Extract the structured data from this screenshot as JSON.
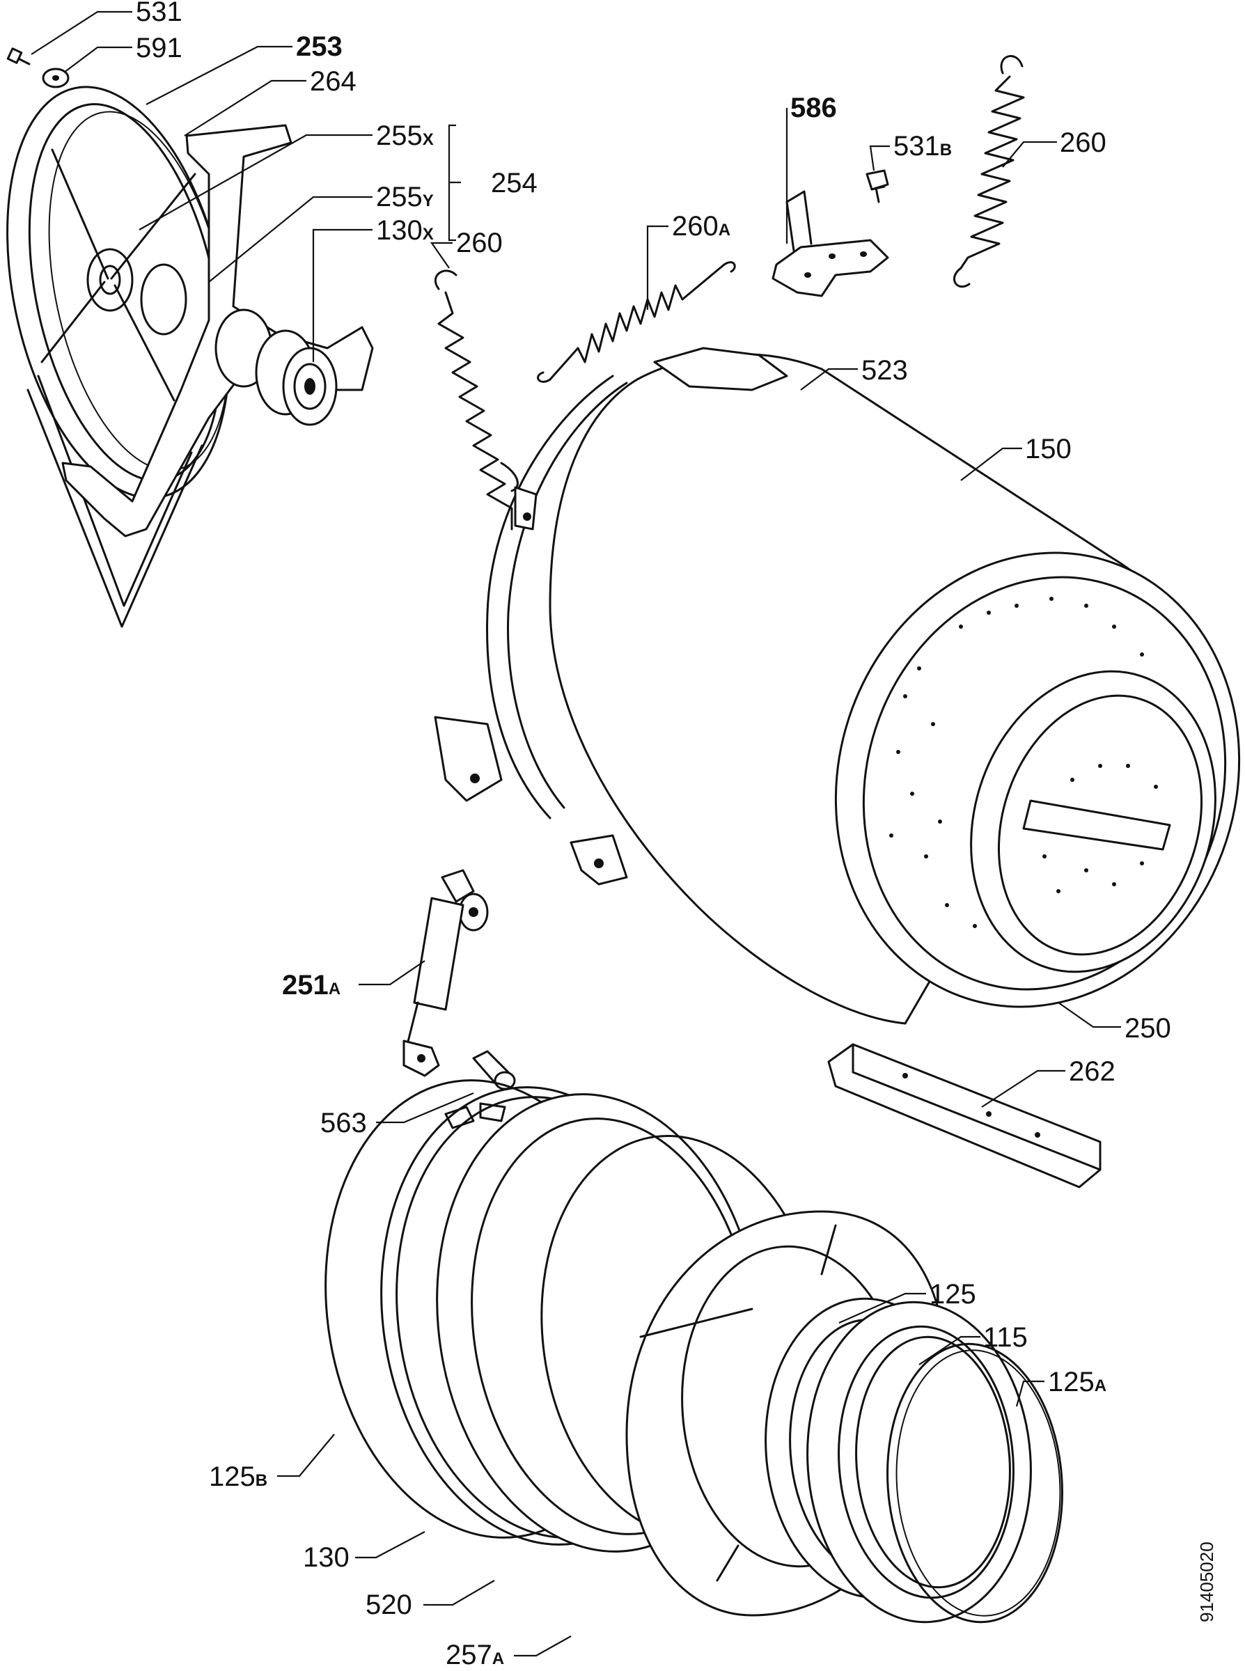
{
  "labels": {
    "p531": {
      "main": "531",
      "suffix": ""
    },
    "p591": {
      "main": "591",
      "suffix": ""
    },
    "p253": {
      "main": "253",
      "suffix": ""
    },
    "p264": {
      "main": "264",
      "suffix": ""
    },
    "p255x": {
      "main": "255",
      "suffix": "X"
    },
    "p254": {
      "main": "254",
      "suffix": ""
    },
    "p255y": {
      "main": "255",
      "suffix": "Y"
    },
    "p130x": {
      "main": "130",
      "suffix": "X"
    },
    "p260_left": {
      "main": "260",
      "suffix": ""
    },
    "p260a": {
      "main": "260",
      "suffix": "A"
    },
    "p586": {
      "main": "586",
      "suffix": ""
    },
    "p531b": {
      "main": "531",
      "suffix": "B"
    },
    "p260_right": {
      "main": "260",
      "suffix": ""
    },
    "p523": {
      "main": "523",
      "suffix": ""
    },
    "p150": {
      "main": "150",
      "suffix": ""
    },
    "p250": {
      "main": "250",
      "suffix": ""
    },
    "p251a": {
      "main": "251",
      "suffix": "A"
    },
    "p262": {
      "main": "262",
      "suffix": ""
    },
    "p563": {
      "main": "563",
      "suffix": ""
    },
    "p125": {
      "main": "125",
      "suffix": ""
    },
    "p115": {
      "main": "115",
      "suffix": ""
    },
    "p125a": {
      "main": "125",
      "suffix": "A"
    },
    "p125b": {
      "main": "125",
      "suffix": "B"
    },
    "p130": {
      "main": "130",
      "suffix": ""
    },
    "p520": {
      "main": "520",
      "suffix": ""
    },
    "p257a": {
      "main": "257",
      "suffix": "A"
    }
  },
  "drawing_ref": "91405020"
}
